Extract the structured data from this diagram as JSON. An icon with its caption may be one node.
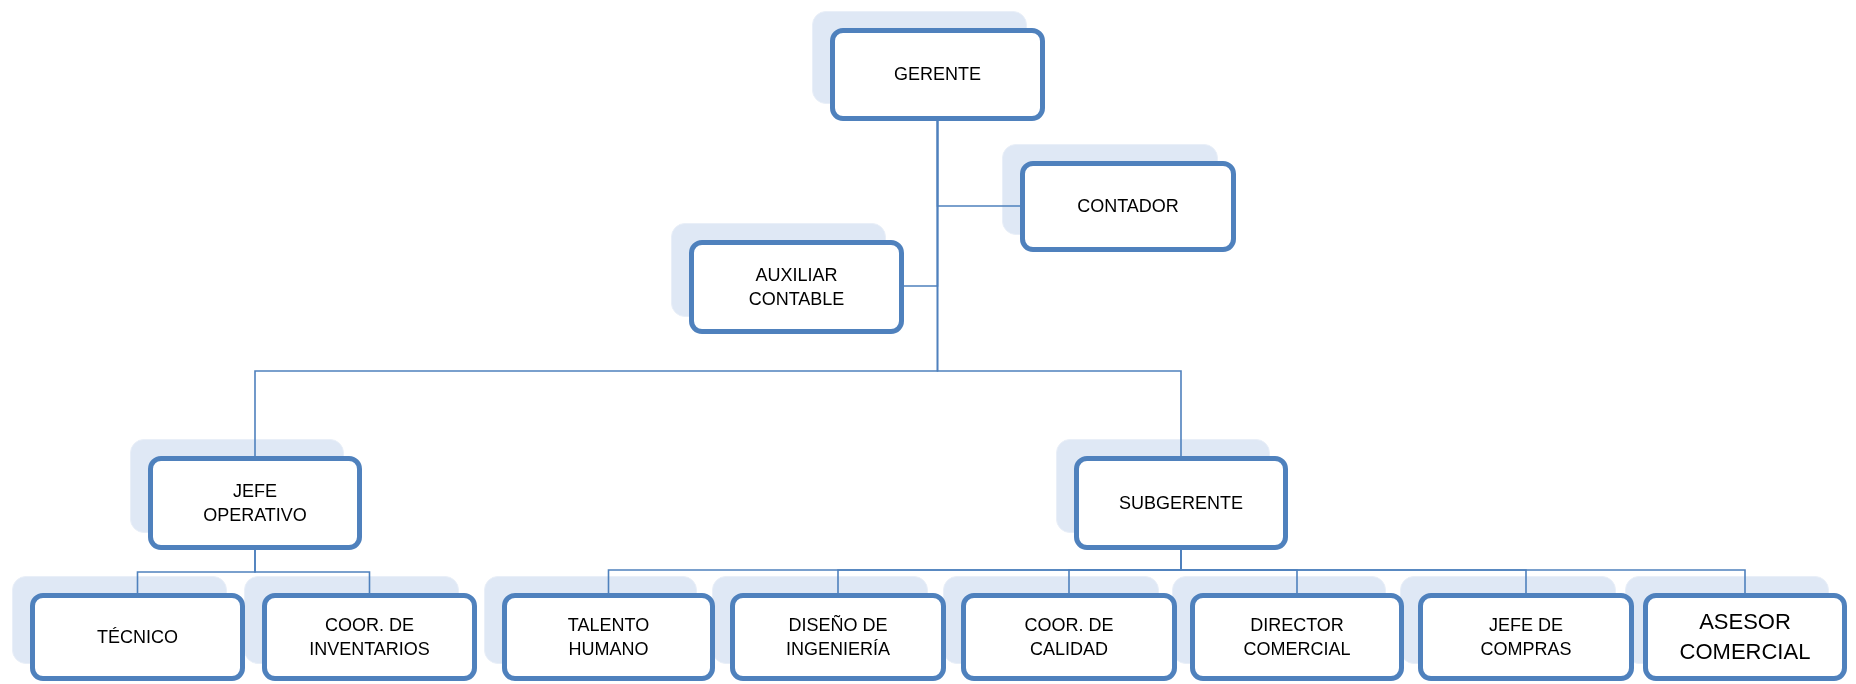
{
  "diagram": {
    "nodes": [
      {
        "text": [
          "GERENTE"
        ]
      },
      {
        "text": [
          "CONTADOR"
        ]
      },
      {
        "text": [
          "AUXILIAR CONTABLE"
        ]
      },
      {
        "text": [
          "JEFE OPERATIVO"
        ]
      },
      {
        "text": [
          "SUBGERENTE"
        ]
      },
      {
        "text": [
          "TÉCNICO"
        ]
      },
      {
        "text": [
          "COOR. DE INVENTARIOS"
        ]
      },
      {
        "text": [
          "TALENTO HUMANO"
        ]
      },
      {
        "text": [
          "DISEÑO DE INGENIERÍA"
        ]
      },
      {
        "text": [
          "COOR. DE CALIDAD"
        ]
      },
      {
        "text": [
          "DIRECTOR COMERCIAL"
        ]
      },
      {
        "text": [
          "JEFE DE COMPRAS"
        ]
      },
      {
        "text": [
          "ASESOR COMERCIAL"
        ]
      }
    ],
    "edges": [
      {
        "from": 0,
        "to": 1,
        "arrow": "none"
      },
      {
        "from": 0,
        "to": 2,
        "arrow": "none"
      },
      {
        "from": 0,
        "to": 3,
        "arrow": "none"
      },
      {
        "from": 0,
        "to": 4,
        "arrow": "none"
      },
      {
        "from": 3,
        "to": 5,
        "arrow": "none"
      },
      {
        "from": 3,
        "to": 6,
        "arrow": "none"
      },
      {
        "from": 4,
        "to": 7,
        "arrow": "none"
      },
      {
        "from": 4,
        "to": 8,
        "arrow": "none"
      },
      {
        "from": 4,
        "to": 9,
        "arrow": "none"
      },
      {
        "from": 4,
        "to": 10,
        "arrow": "none"
      },
      {
        "from": 4,
        "to": 11,
        "arrow": "none"
      },
      {
        "from": 4,
        "to": 12,
        "arrow": "none"
      }
    ]
  }
}
